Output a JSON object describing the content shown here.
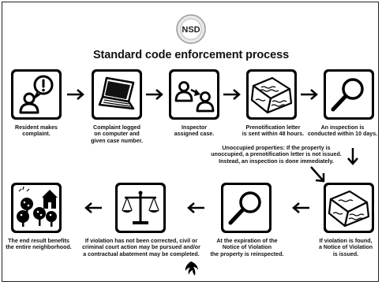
{
  "header": {
    "logo_text": "NSD",
    "title": "Standard code enforcement process"
  },
  "steps": [
    {
      "icon": "resident-complaint-icon",
      "lines": [
        "Resident makes",
        "complaint."
      ]
    },
    {
      "icon": "laptop-icon",
      "lines": [
        "Complaint logged",
        "on computer and",
        "given case number."
      ]
    },
    {
      "icon": "inspector-assigned-icon",
      "lines": [
        "Inspector",
        "assigned case."
      ]
    },
    {
      "icon": "letter-icon",
      "lines": [
        "Prenotification letter",
        "is sent within 48 hours."
      ]
    },
    {
      "icon": "magnifier-icon",
      "lines": [
        "An inspection is",
        "conducted within 10 days."
      ]
    },
    {
      "icon": "notice-icon",
      "lines": [
        "If violation is found,",
        "a Notice of Violation",
        "is issued."
      ]
    },
    {
      "icon": "magnifier-icon",
      "lines": [
        "At the expiration of the",
        "Notice of Violation",
        "the property is reinspected."
      ]
    },
    {
      "icon": "scales-icon",
      "lines": [
        "If violation has not been corrected, civil or",
        "criminal court action may be pursued and/or",
        "a contractual abatement may be completed."
      ]
    },
    {
      "icon": "neighborhood-icon",
      "lines": [
        "The end result benefits",
        "the entire neighborhood."
      ]
    }
  ],
  "note": {
    "lines": [
      "Unoccupied properties: If the property is",
      "unoccupied, a prenotification letter is not issued.",
      "Instead, an inspection is done immediately."
    ]
  },
  "footer": {
    "icon": "phoenix-bird-icon"
  }
}
